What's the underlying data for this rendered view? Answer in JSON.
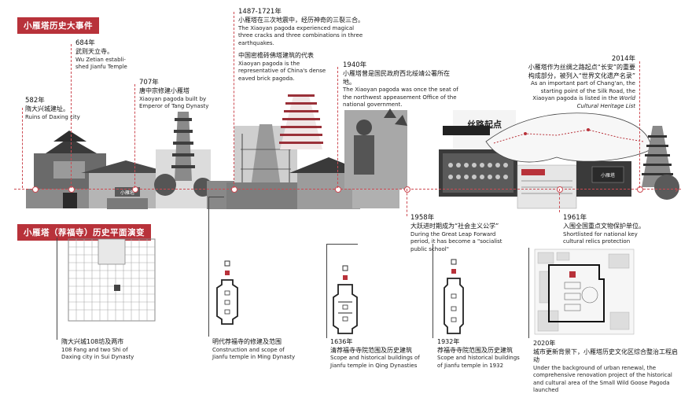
{
  "sections": {
    "events_title": "小雁塔历史大事件",
    "plans_title": "小雁塔（荐福寺）历史平面演变"
  },
  "events": [
    {
      "year": "582年",
      "cn": "隋大兴城建址。",
      "en": "Ruins of Daxing city"
    },
    {
      "year": "684年",
      "cn": "武则天立寺。",
      "en": "Wu Zetian establi-shed Jianfu Temple"
    },
    {
      "year": "707年",
      "cn": "唐中宗修建小雁塔",
      "en": "Xiaoyan pagoda built by Emperor of Tang Dynasty"
    },
    {
      "year": "1487-1721年",
      "cn": "小雁塔在三次地震中，经历神奇的三裂三合。",
      "en": "The  Xiaoyan pagoda experienced magical three cracks and three combinations in three earthquakes."
    },
    {
      "year": "",
      "cn": "中国密檐砖佛塔建筑的代表",
      "en": "Xiaoyan pagoda is the representative of China's dense eaved brick pagoda."
    },
    {
      "year": "1940年",
      "cn": "小雁塔曾是国民政府西北绥靖公署所在地。",
      "en": "The Xiaoyan pagoda was once the seat of the northwest appeasement Office of the national government."
    },
    {
      "year": "2014年",
      "cn": "小雁塔作为丝绸之路起点“长安”的重要构成部分，被列入“世界文化遗产名录”",
      "en": "As an important part of Chang'an, the starting point of the Silk Road, the Xiaoyan pagoda is listed in the",
      "en_italic": "World Cultural Heritage List"
    },
    {
      "year": "1958年",
      "cn": "大跃进时期成为“社会主义公学”",
      "en": "During the Great Leap Forward period, it has become a \"socialist public school\""
    },
    {
      "year": "1961年",
      "cn": "入围全国重点文物保护单位。",
      "en": "Shortlisted for national key cultural relics protection"
    }
  ],
  "plans": [
    {
      "cn": "隋大兴城108坊及两市",
      "en": "108 Fang and two Shi of Daxing city in Sui Dynasty"
    },
    {
      "cn": "明代荐福寺的修建及范围",
      "en": "Construction and scope of Jianfu temple in Ming Dynasty"
    },
    {
      "year": "1636年",
      "cn": "清荐福寺寺院范围及历史建筑",
      "en": "Scope and historical buildings of Jianfu temple in Qing Dynasties"
    },
    {
      "year": "1932年",
      "cn": "荐福寺寺院范围及历史建筑",
      "en": "Scope and historical buildings of Jianfu temple in 1932"
    },
    {
      "year": "2020年",
      "cn": "城市更新背景下，小雁塔历史文化区综合整治工程启动",
      "en": "Under the background of urban renewal, the comprehensive renovation project of the historical and cultural area of the Small Wild Goose Pagoda launched"
    }
  ],
  "photo_text": {
    "calligraphy": "丝路起点",
    "sign": "小雁塔",
    "gate_plaque": "小雁塔"
  },
  "colors": {
    "accent": "#b8323a",
    "dash": "#cc4a52"
  }
}
